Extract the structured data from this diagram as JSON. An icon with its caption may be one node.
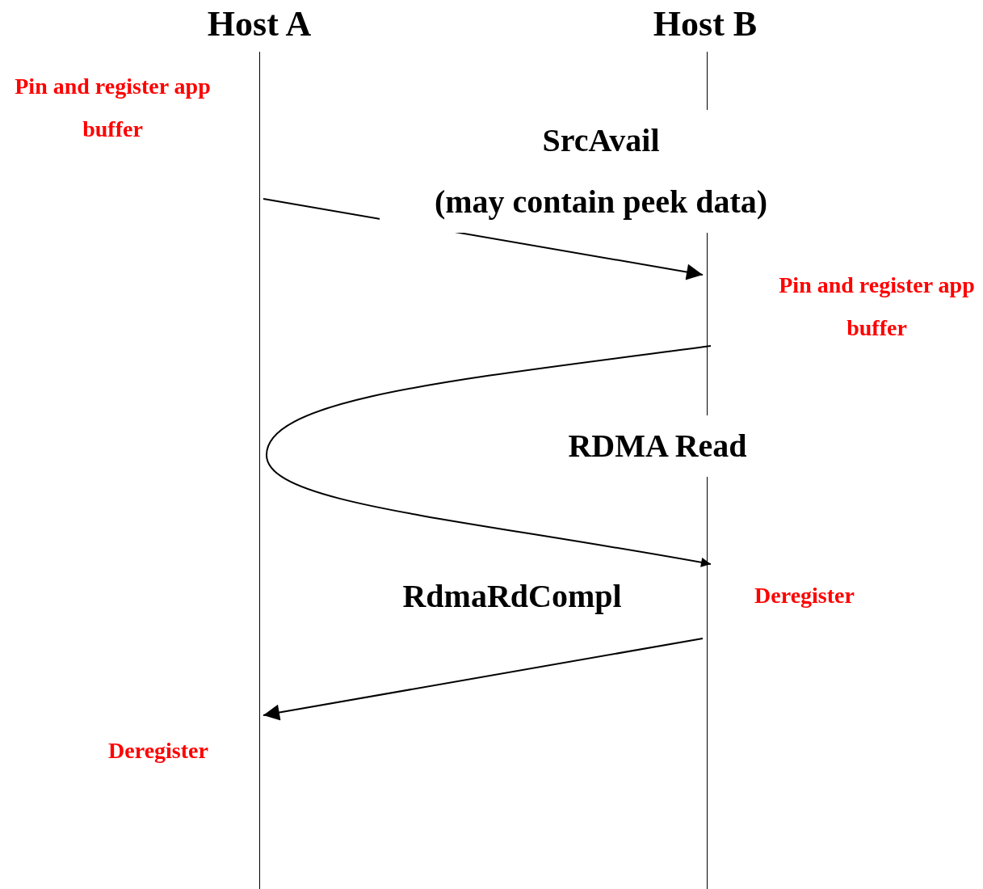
{
  "diagram": {
    "nodes": [
      {
        "text": [
          "Host A"
        ]
      },
      {
        "text": [
          "Host B"
        ]
      }
    ],
    "edges": [
      {
        "from": 0,
        "to": 1,
        "arrow": "to",
        "label": "SrcAvail (may contain peek data)"
      },
      {
        "from": 1,
        "to": 1,
        "arrow": "to",
        "label": "RDMA Read"
      },
      {
        "from": 1,
        "to": 0,
        "arrow": "to",
        "label": "RdmaRdCompl"
      }
    ],
    "labels": [
      "Pin and register app buffer",
      "Pin and register app buffer",
      "Deregister",
      "Deregister"
    ]
  }
}
